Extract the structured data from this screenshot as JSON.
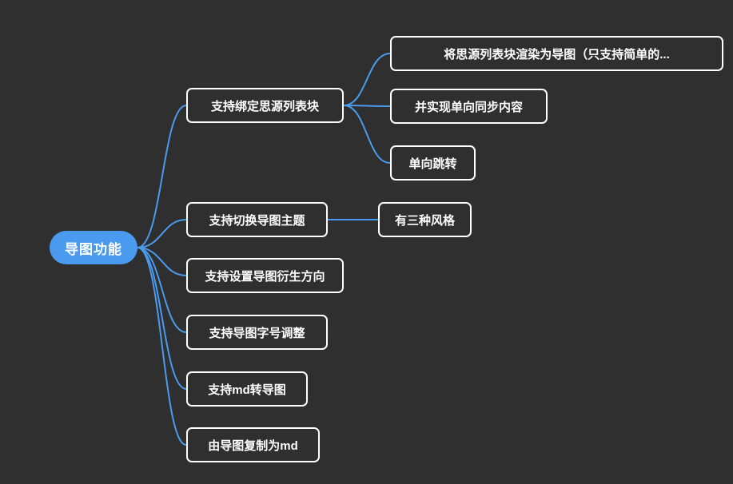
{
  "mindmap": {
    "root": {
      "label": "导图功能"
    },
    "branches": [
      {
        "label": "支持绑定思源列表块",
        "children": [
          {
            "label": "将思源列表块渲染为导图（只支持简单的..."
          },
          {
            "label": "并实现单向同步内容"
          },
          {
            "label": "单向跳转"
          }
        ]
      },
      {
        "label": "支持切换导图主题",
        "children": [
          {
            "label": "有三种风格"
          }
        ]
      },
      {
        "label": "支持设置导图衍生方向",
        "children": []
      },
      {
        "label": "支持导图字号调整",
        "children": []
      },
      {
        "label": "支持md转导图",
        "children": []
      },
      {
        "label": "由导图复制为md",
        "children": []
      }
    ],
    "colors": {
      "background": "#2f2f2f",
      "accent": "#4a9bef",
      "node_border": "#ffffff",
      "node_text": "#ffffff",
      "root_background": "#4a9bef",
      "root_text": "#ffffff"
    }
  }
}
